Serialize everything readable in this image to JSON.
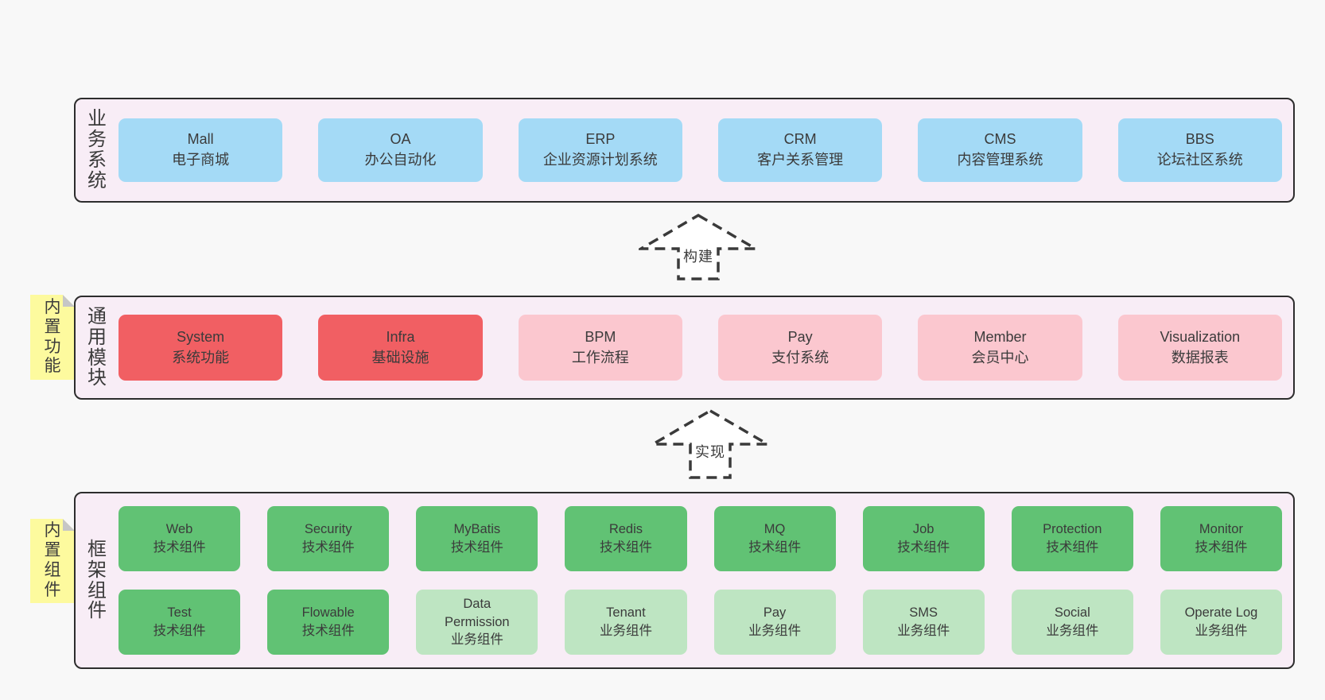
{
  "colors": {
    "page_bg": "#f8f8f8",
    "panel_bg": "#f8edf6",
    "panel_border": "#2d2d2d",
    "blue_box": "#a4daf6",
    "red_box": "#f15f63",
    "pink_box": "#fbc7cf",
    "green_dark_box": "#61c274",
    "green_light_box": "#bee5c2",
    "sticky_yellow": "#fdfa9e",
    "text": "#3b3b3b"
  },
  "layers": [
    {
      "label": "业务系统",
      "boxes": [
        {
          "name": "Mall",
          "desc": "电子商城",
          "variant": "blue"
        },
        {
          "name": "OA",
          "desc": "办公自动化",
          "variant": "blue"
        },
        {
          "name": "ERP",
          "desc": "企业资源计划系统",
          "variant": "blue"
        },
        {
          "name": "CRM",
          "desc": "客户关系管理",
          "variant": "blue"
        },
        {
          "name": "CMS",
          "desc": "内容管理系统",
          "variant": "blue"
        },
        {
          "name": "BBS",
          "desc": "论坛社区系统",
          "variant": "blue"
        }
      ]
    },
    {
      "label": "通用模块",
      "boxes": [
        {
          "name": "System",
          "desc": "系统功能",
          "variant": "red"
        },
        {
          "name": "Infra",
          "desc": "基础设施",
          "variant": "red"
        },
        {
          "name": "BPM",
          "desc": "工作流程",
          "variant": "pink"
        },
        {
          "name": "Pay",
          "desc": "支付系统",
          "variant": "pink"
        },
        {
          "name": "Member",
          "desc": "会员中心",
          "variant": "pink"
        },
        {
          "name": "Visualization",
          "desc": "数据报表",
          "variant": "pink"
        }
      ]
    },
    {
      "label": "框架组件",
      "rows": [
        [
          {
            "name": "Web",
            "desc": "技术组件",
            "variant": "gdark"
          },
          {
            "name": "Security",
            "desc": "技术组件",
            "variant": "gdark"
          },
          {
            "name": "MyBatis",
            "desc": "技术组件",
            "variant": "gdark"
          },
          {
            "name": "Redis",
            "desc": "技术组件",
            "variant": "gdark"
          },
          {
            "name": "MQ",
            "desc": "技术组件",
            "variant": "gdark"
          },
          {
            "name": "Job",
            "desc": "技术组件",
            "variant": "gdark"
          },
          {
            "name": "Protection",
            "desc": "技术组件",
            "variant": "gdark"
          },
          {
            "name": "Monitor",
            "desc": "技术组件",
            "variant": "gdark"
          }
        ],
        [
          {
            "name": "Test",
            "desc": "技术组件",
            "variant": "gdark"
          },
          {
            "name": "Flowable",
            "desc": "技术组件",
            "variant": "gdark"
          },
          {
            "name": "Data Permission",
            "desc": "业务组件",
            "variant": "glight"
          },
          {
            "name": "Tenant",
            "desc": "业务组件",
            "variant": "glight"
          },
          {
            "name": "Pay",
            "desc": "业务组件",
            "variant": "glight"
          },
          {
            "name": "SMS",
            "desc": "业务组件",
            "variant": "glight"
          },
          {
            "name": "Social",
            "desc": "业务组件",
            "variant": "glight"
          },
          {
            "name": "Operate Log",
            "desc": "业务组件",
            "variant": "glight"
          }
        ]
      ]
    }
  ],
  "arrows": [
    {
      "label": "构建"
    },
    {
      "label": "实现"
    }
  ],
  "stickies": [
    {
      "label": "内置功能"
    },
    {
      "label": "内置组件"
    }
  ]
}
